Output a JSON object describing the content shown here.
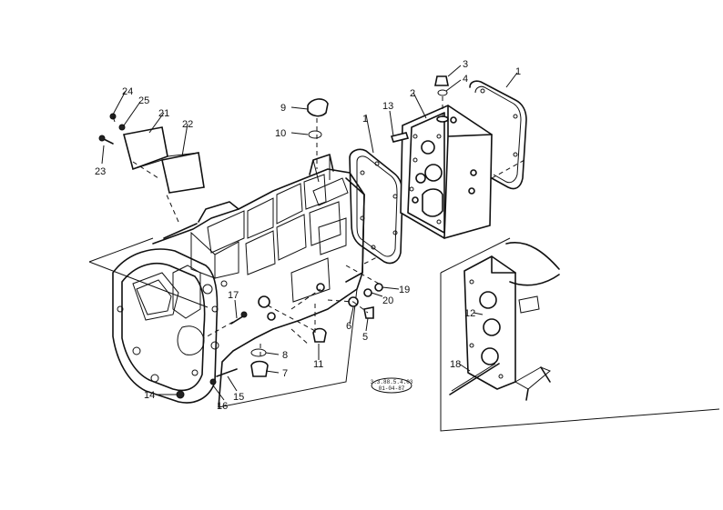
{
  "callouts": [
    {
      "id": "c1a",
      "label": "1"
    },
    {
      "id": "c1b",
      "label": "1"
    },
    {
      "id": "c2",
      "label": "2"
    },
    {
      "id": "c3",
      "label": "3"
    },
    {
      "id": "c4",
      "label": "4"
    },
    {
      "id": "c5",
      "label": "5"
    },
    {
      "id": "c6",
      "label": "6"
    },
    {
      "id": "c7",
      "label": "7"
    },
    {
      "id": "c8",
      "label": "8"
    },
    {
      "id": "c9",
      "label": "9"
    },
    {
      "id": "c10",
      "label": "10"
    },
    {
      "id": "c11",
      "label": "11"
    },
    {
      "id": "c12",
      "label": "12"
    },
    {
      "id": "c13",
      "label": "13"
    },
    {
      "id": "c14",
      "label": "14"
    },
    {
      "id": "c15",
      "label": "15"
    },
    {
      "id": "c16",
      "label": "16"
    },
    {
      "id": "c17",
      "label": "17"
    },
    {
      "id": "c18",
      "label": "18"
    },
    {
      "id": "c19",
      "label": "19"
    },
    {
      "id": "c20",
      "label": "20"
    },
    {
      "id": "c21",
      "label": "21"
    },
    {
      "id": "c22",
      "label": "22"
    },
    {
      "id": "c23",
      "label": "23"
    },
    {
      "id": "c24",
      "label": "24"
    },
    {
      "id": "c25",
      "label": "25"
    }
  ],
  "stamp": {
    "line1": "3.3.88.5.4.03",
    "line2": "01-04-87"
  }
}
